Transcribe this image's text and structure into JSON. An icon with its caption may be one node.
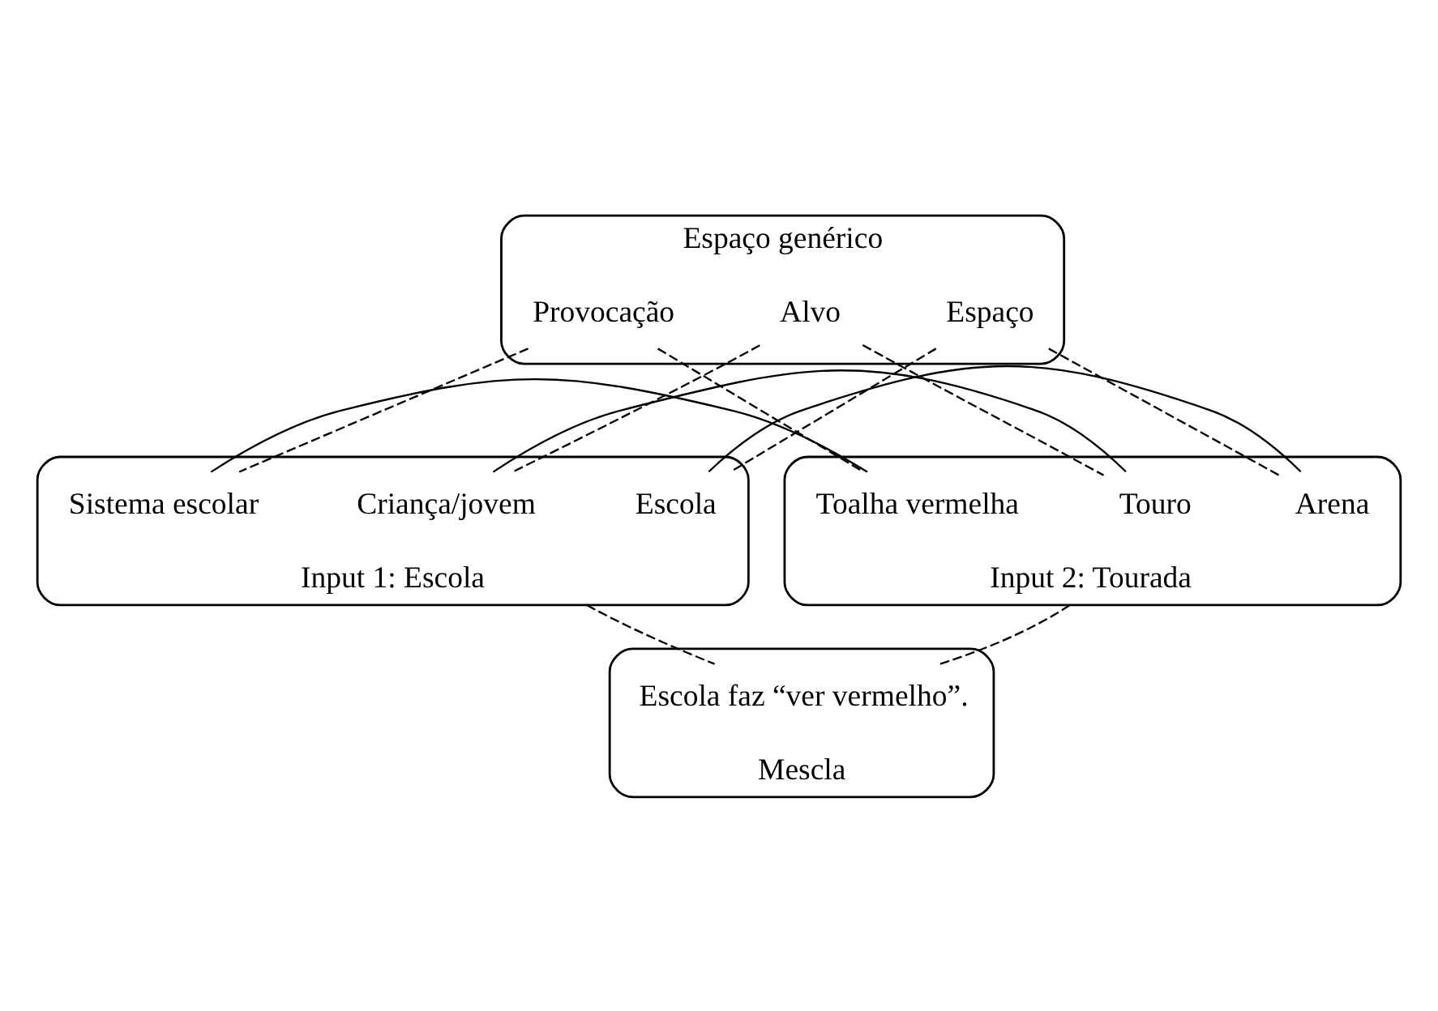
{
  "diagram": {
    "nodes": [
      {
        "text": [
          "Espaço genérico"
        ]
      },
      {
        "text": [
          "Espaço"
        ],
        "in": 0
      },
      {
        "text": [
          "Alvo"
        ],
        "in": 0
      },
      {
        "text": [
          "Provocação"
        ],
        "in": 0
      },
      {
        "text": [
          "Input 1: Escola"
        ]
      },
      {
        "text": [
          "Escola"
        ],
        "in": 4
      },
      {
        "text": [
          "Criança/jovem"
        ],
        "in": 4
      },
      {
        "text": [
          "Sistema escolar"
        ],
        "in": 4
      },
      {
        "text": [
          "Input 2: Tourada"
        ]
      },
      {
        "text": [
          "Arena"
        ],
        "in": 8
      },
      {
        "text": [
          "Touro"
        ],
        "in": 8
      },
      {
        "text": [
          "Toalha vermelha"
        ],
        "in": 8
      },
      {
        "text": [
          "Mescla"
        ]
      },
      {
        "text": [
          "Escola faz “ver vermelho”."
        ],
        "in": 12
      }
    ],
    "edges": [
      {
        "from": 1,
        "to": 5,
        "arrow": "none",
        "style": "dashed"
      },
      {
        "from": 2,
        "to": 6,
        "arrow": "none",
        "style": "dashed"
      },
      {
        "from": 3,
        "to": 7,
        "arrow": "none",
        "style": "dashed"
      },
      {
        "from": 1,
        "to": 9,
        "arrow": "none",
        "style": "dashed"
      },
      {
        "from": 2,
        "to": 10,
        "arrow": "none",
        "style": "dashed"
      },
      {
        "from": 3,
        "to": 11,
        "arrow": "none",
        "style": "dashed"
      },
      {
        "from": 5,
        "to": 9,
        "arrow": "none"
      },
      {
        "from": 6,
        "to": 10,
        "arrow": "none"
      },
      {
        "from": 7,
        "to": 11,
        "arrow": "none"
      },
      {
        "from": 4,
        "to": 13,
        "arrow": "none",
        "style": "dashed"
      },
      {
        "from": 8,
        "to": 13,
        "arrow": "none",
        "style": "dashed"
      }
    ]
  }
}
